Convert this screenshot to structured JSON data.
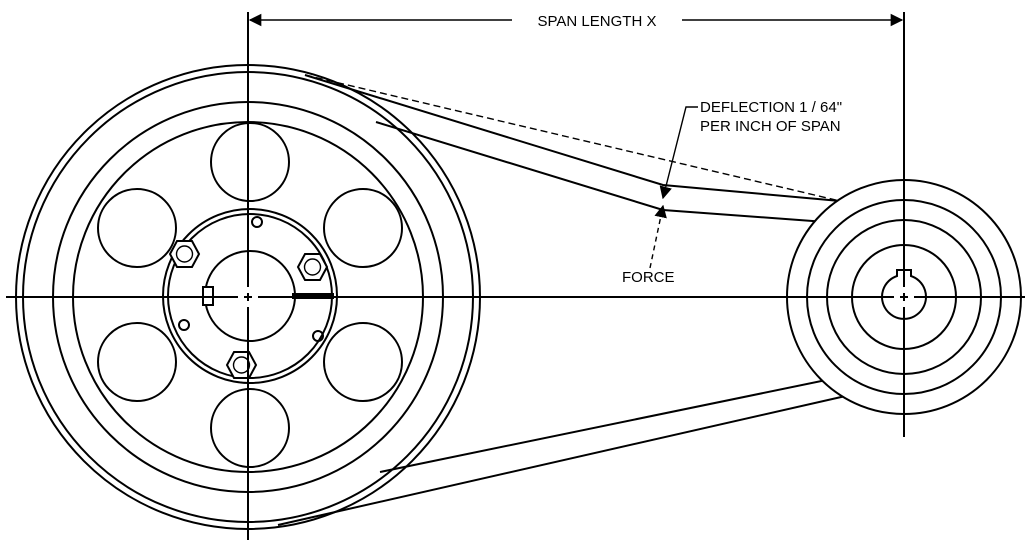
{
  "labels": {
    "span": "SPAN LENGTH X",
    "deflection_line1": "DEFLECTION 1 / 64\"",
    "deflection_line2": "PER INCH OF SPAN",
    "force": "FORCE"
  }
}
